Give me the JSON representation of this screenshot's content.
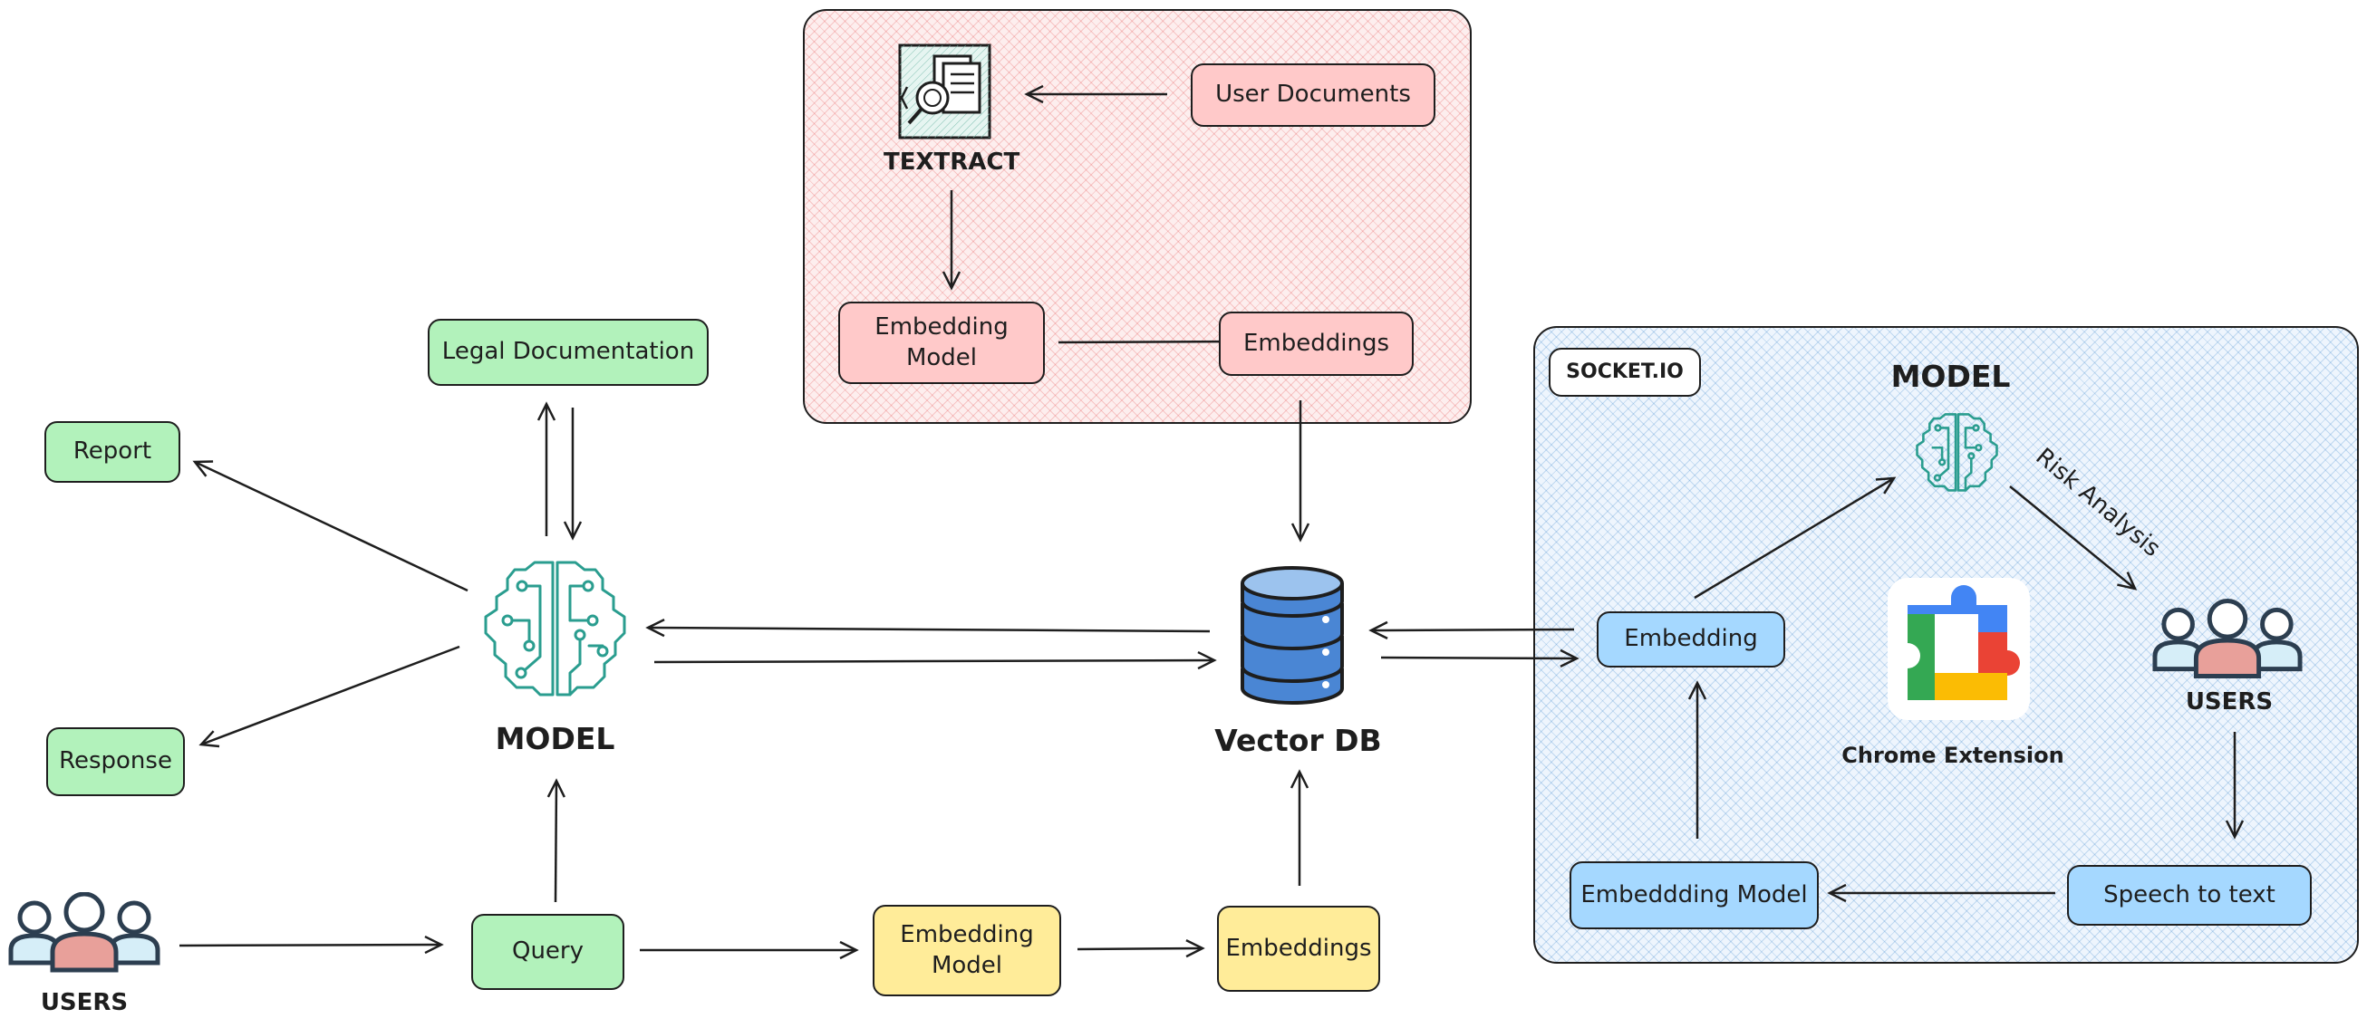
{
  "labels": {
    "textract": "TEXTRACT",
    "model_left": "MODEL",
    "model_right": "MODEL",
    "vector_db": "Vector DB",
    "users_left": "USERS",
    "users_right": "USERS",
    "socket_io": "SOCKET.IO",
    "chrome_extension": "Chrome Extension",
    "risk_analysis": "Risk Analysis"
  },
  "boxes": {
    "user_documents": "User Documents",
    "embedding_model_top": "Embedding Model",
    "embeddings_top": "Embeddings",
    "legal_documentation": "Legal Documentation",
    "report": "Report",
    "response": "Response",
    "query": "Query",
    "embedding_model_bottom": "Embedding Model",
    "embeddings_bottom": "Embeddings",
    "embedding_right": "Embedding",
    "embedding_model_right": "Embeddding Model",
    "speech_to_text": "Speech to text"
  },
  "colors": {
    "green": "#b2f2bb",
    "red": "#ffc9c9",
    "yellow": "#ffec99",
    "blue": "#a5d8ff",
    "teal_icon": "#2a9d8f",
    "db_blue": "#4a86d4"
  }
}
